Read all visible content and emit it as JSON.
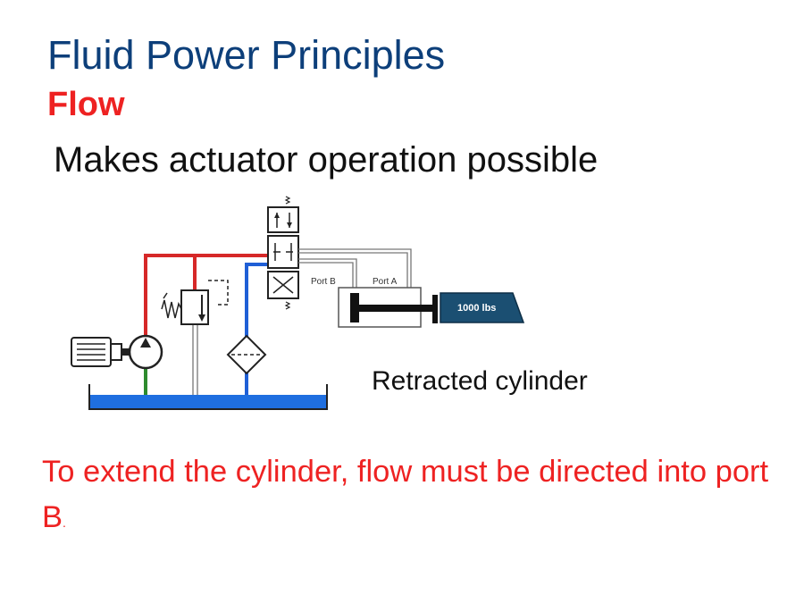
{
  "slide": {
    "title": "Fluid Power Principles",
    "subtitle": "Flow",
    "lead": "Makes actuator operation possible",
    "caption": "Retracted cylinder",
    "note_text": "To extend the cylinder, flow must be directed into port B",
    "note_end": "."
  },
  "diagram": {
    "port_b_label": "Port B",
    "port_a_label": "Port A",
    "load_label": "1000 lbs",
    "colors": {
      "pressure_line": "#d62828",
      "return_line": "#1f5fd6",
      "suction_line": "#2e8b2e",
      "reservoir_fluid": "#1f6fe0",
      "load_block": "#1b4f72",
      "title": "#0d3f7a",
      "accent_text": "#ee2222"
    }
  }
}
